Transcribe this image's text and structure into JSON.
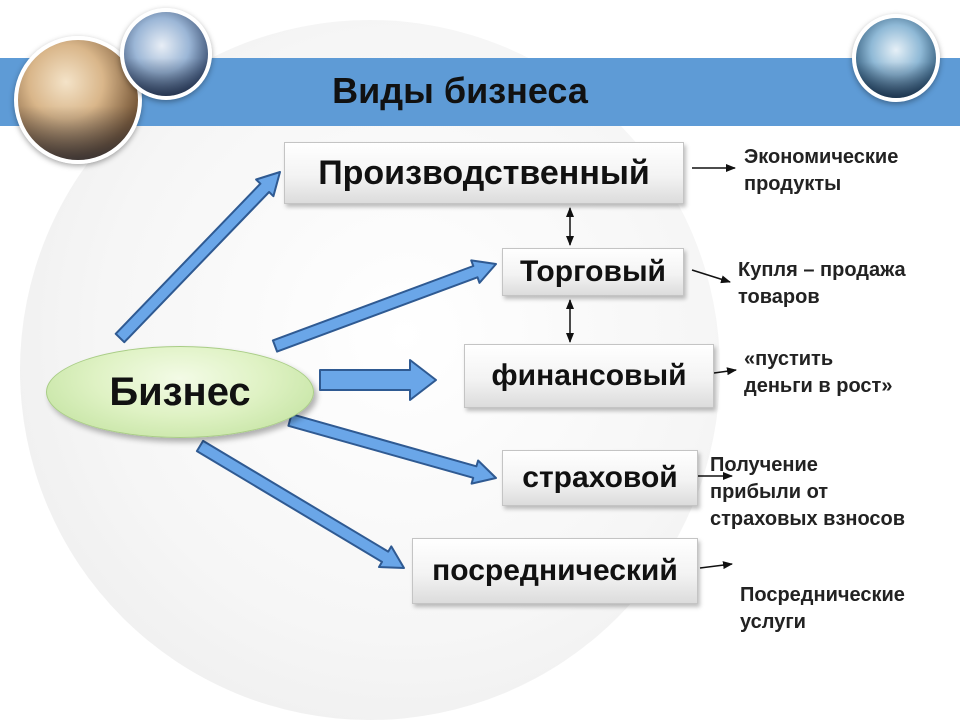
{
  "title": "Виды бизнеса",
  "root": "Бизнес",
  "types": [
    {
      "label": "Производственный",
      "desc": [
        "Экономические",
        "продукты"
      ]
    },
    {
      "label": "Торговый",
      "desc": [
        "Купля – продажа",
        "товаров"
      ]
    },
    {
      "label": "финансовый",
      "desc": [
        "«пустить",
        "деньги в рост»"
      ]
    },
    {
      "label": "страховой",
      "desc": [
        "Получение",
        "прибыли от",
        "страховых взносов"
      ]
    },
    {
      "label": "посреднический",
      "desc": [
        "Посреднические",
        "услуги"
      ]
    }
  ],
  "colors": {
    "title_band": "#5e9bd6",
    "arrow_fill": "#6aa6e8",
    "arrow_stroke": "#2f5a92",
    "root_fill": "#dff2c4"
  },
  "icons": [
    "business-people-photo",
    "handshake-photo",
    "businessman-photo"
  ]
}
